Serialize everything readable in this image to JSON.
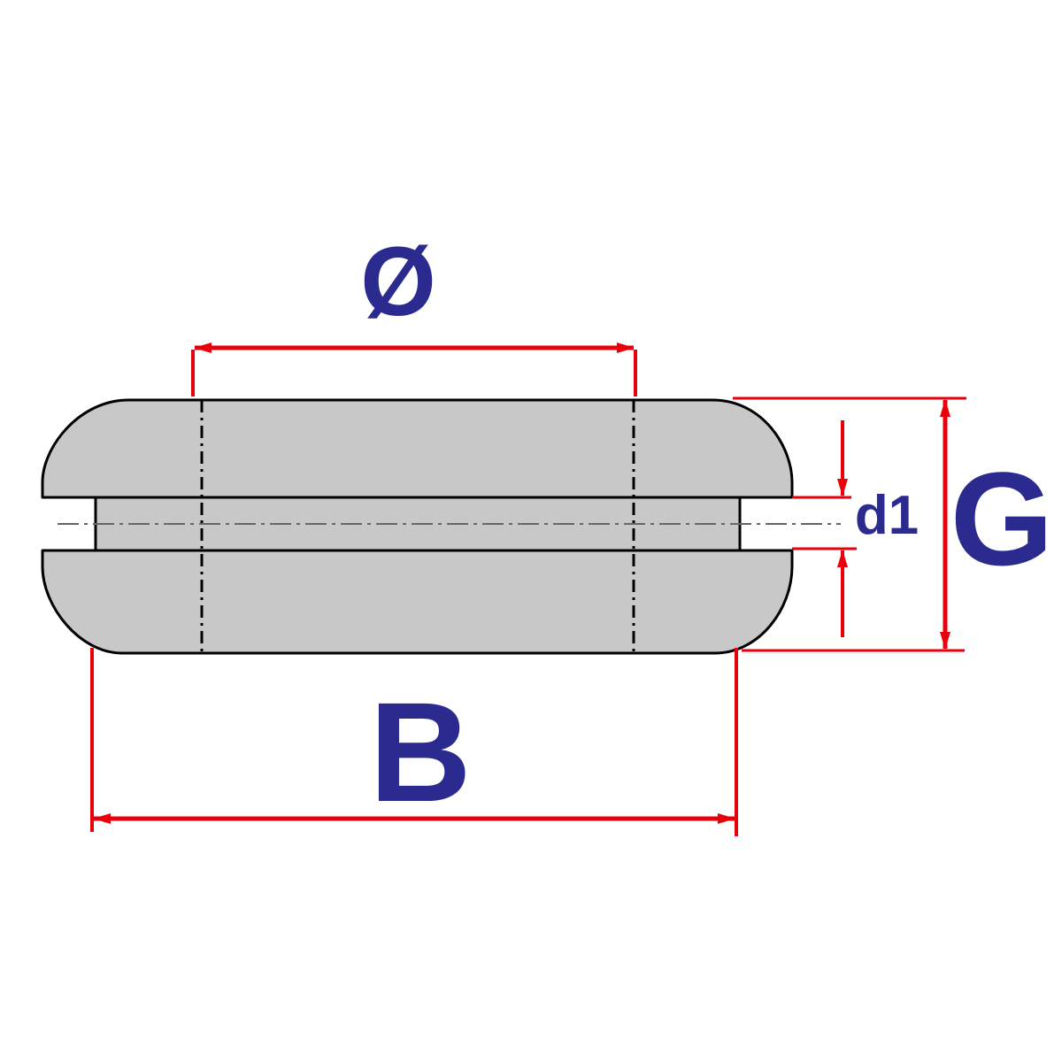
{
  "labels": {
    "diameter": "Ø",
    "width": "B",
    "height": "G",
    "groove": "d1"
  },
  "colors": {
    "body_fill": "#c8c8c8",
    "outline": "#000000",
    "dimension_line": "#e8000b",
    "label": "#2b2b8f",
    "background": "#ffffff"
  }
}
